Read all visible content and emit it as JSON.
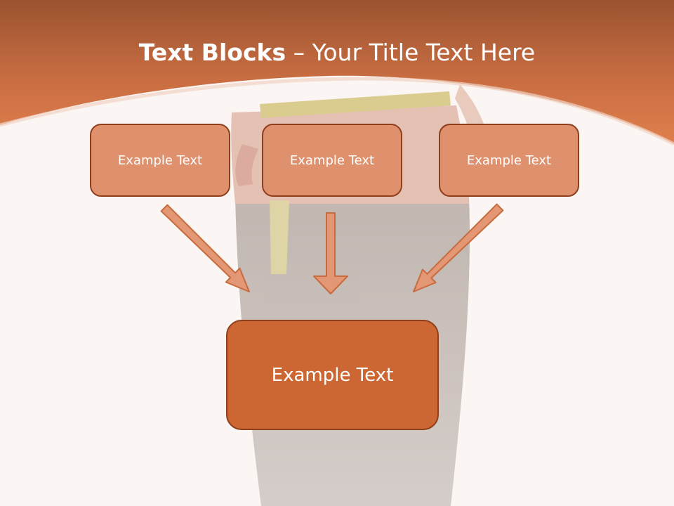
{
  "title": {
    "bold": "Text Blocks",
    "dash": "–",
    "rest": "Your Title Text Here"
  },
  "boxes": [
    {
      "label": "Example Text"
    },
    {
      "label": "Example Text"
    },
    {
      "label": "Example Text"
    }
  ],
  "result_box": {
    "label": "Example Text"
  },
  "colors": {
    "header": "#c8683b",
    "box_fill": "#df906c",
    "result_fill": "#cc6633",
    "box_border": "#8f3f1c",
    "arrow_fill": "#e39774",
    "background": "#fbf6f3"
  }
}
